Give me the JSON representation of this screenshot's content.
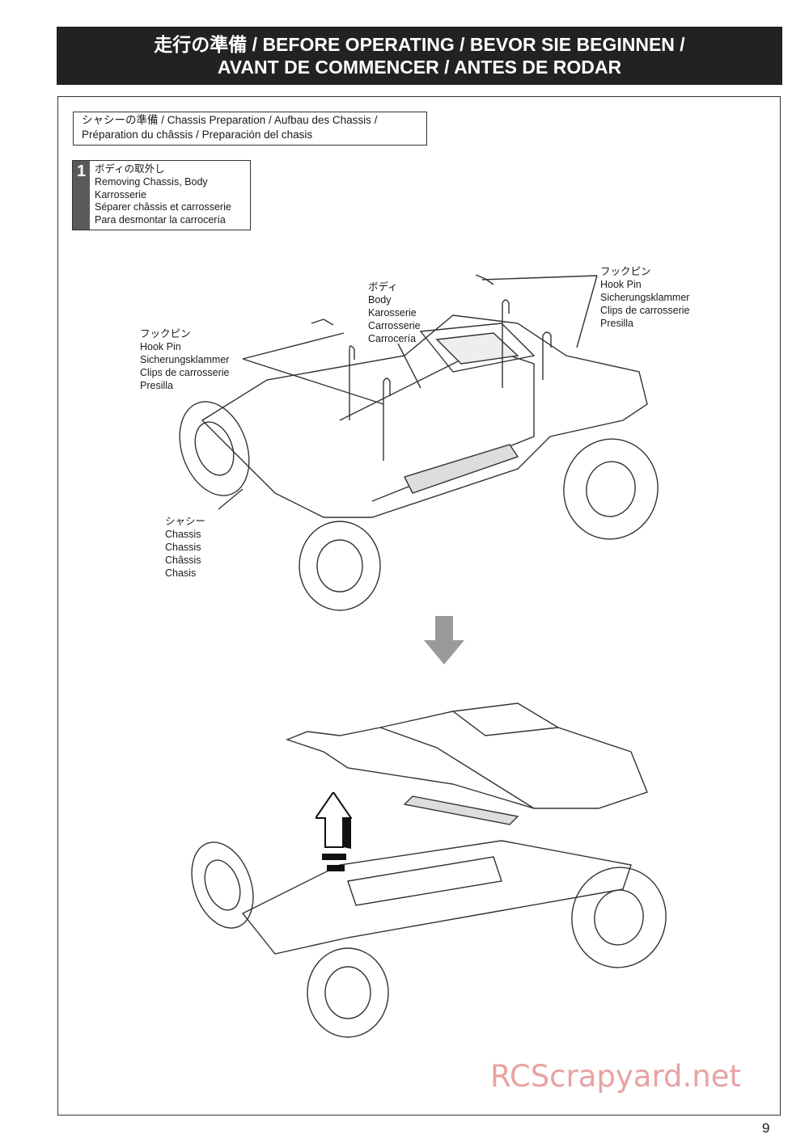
{
  "header": {
    "line1": "走行の準備 / BEFORE OPERATING / BEVOR SIE BEGINNEN /",
    "line2": "AVANT DE COMMENCER / ANTES DE RODAR"
  },
  "section": {
    "line1": "シャシーの準備 / Chassis Preparation / Aufbau des Chassis /",
    "line2": "Préparation du châssis / Preparación del chasis"
  },
  "step": {
    "number": "1",
    "lines": [
      "ボディの取外し",
      "Removing Chassis, Body",
      "Karrosserie",
      "Séparer châssis et carrosserie",
      "Para desmontar la carrocería"
    ]
  },
  "labels": {
    "hook_pin_right": [
      "フックピン",
      "Hook Pin",
      "Sicherungsklammer",
      "Clips de carrosserie",
      "Presilla"
    ],
    "body": [
      "ボディ",
      "Body",
      "Karosserie",
      "Carrosserie",
      "Carrocería"
    ],
    "hook_pin_left": [
      "フックピン",
      "Hook Pin",
      "Sicherungsklammer",
      "Clips de carrosserie",
      "Presilla"
    ],
    "chassis": [
      "シャシー",
      "Chassis",
      "Chassis",
      "Châssis",
      "Chasis"
    ]
  },
  "watermark": "RCScrapyard.net",
  "page_number": "9",
  "icons": {
    "down_arrow": "down-arrow-icon",
    "up_arrow": "lift-up-arrow-icon"
  }
}
